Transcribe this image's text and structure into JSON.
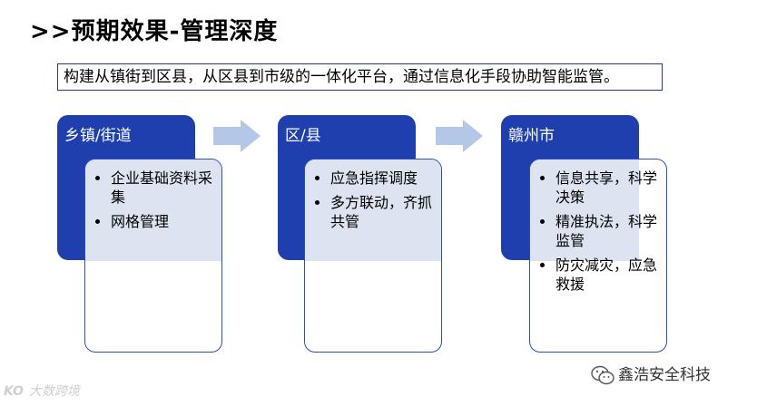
{
  "title": ">>预期效果-管理深度",
  "subtitle": "构建从镇街到区县，从区县到市级的一体化平台，通过信息化手段协助智能监管。",
  "columns": [
    {
      "heading": "乡镇/街道",
      "items": [
        "企业基础资料采集",
        "网格管理"
      ]
    },
    {
      "heading": "区/县",
      "items": [
        "应急指挥调度",
        "多方联动，齐抓共管"
      ]
    },
    {
      "heading": "赣州市",
      "items": [
        "信息共享，科学决策",
        "精准执法，科学监管",
        "防灾减灾，应急救援"
      ]
    }
  ],
  "colors": {
    "heading_bg": "#1f3fae",
    "body_border": "#2f4fb5",
    "overlap": "#dde3f0",
    "arrow": "#b4c7e7"
  },
  "watermark_left": {
    "mark": "KO",
    "text": "大数跨境"
  },
  "watermark_right": {
    "text": "鑫浩安全科技",
    "icon": "wechat-icon"
  }
}
